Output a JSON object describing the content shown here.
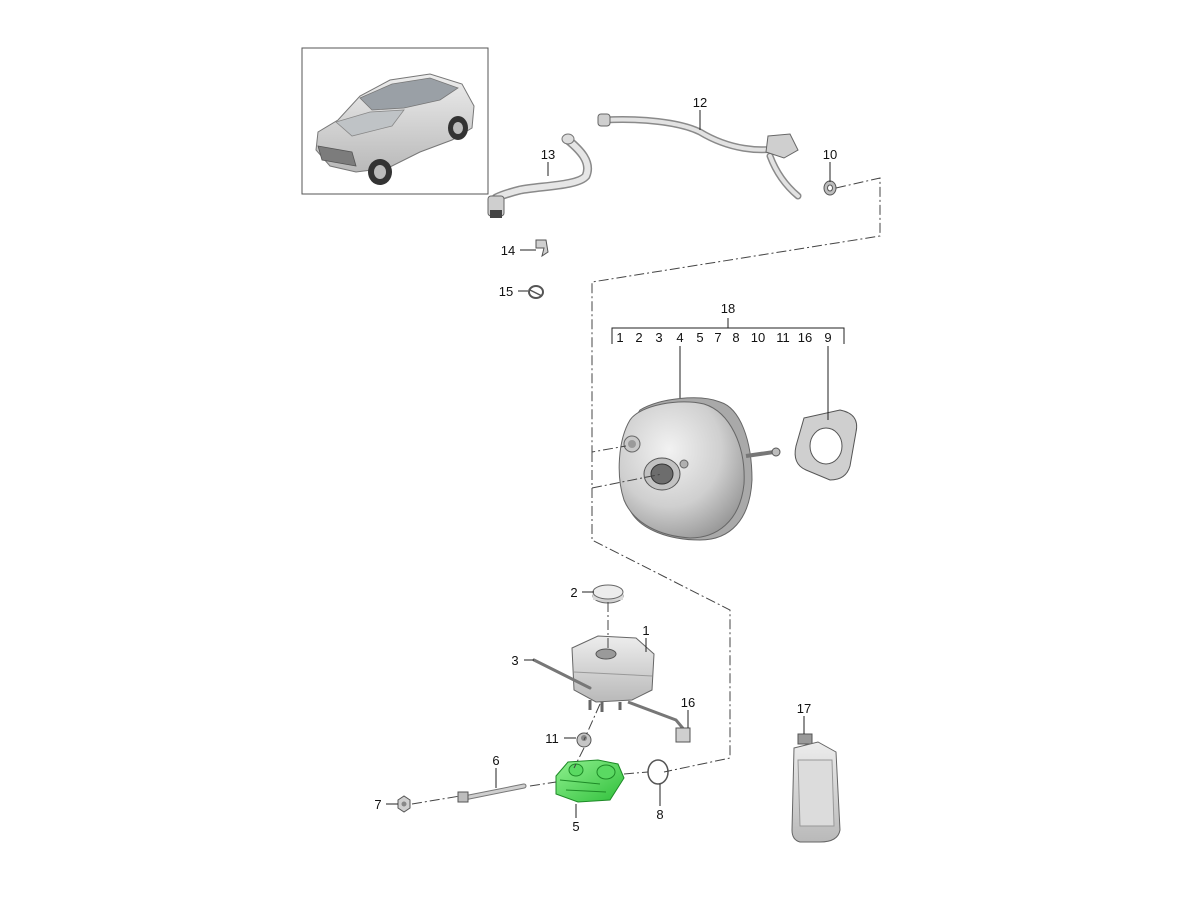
{
  "diagram": {
    "callouts": {
      "c1": "1",
      "c2": "2",
      "c3": "3",
      "c5": "5",
      "c6": "6",
      "c7": "7",
      "c8": "8",
      "c10": "10",
      "c11": "11",
      "c12": "12",
      "c13": "13",
      "c14": "14",
      "c15": "15",
      "c16": "16",
      "c17": "17",
      "c18": "18"
    },
    "kit_bracket": {
      "items": [
        "1",
        "2",
        "3",
        "4",
        "5",
        "7",
        "8",
        "10",
        "11",
        "16",
        "9"
      ]
    },
    "colors": {
      "highlight": "#3ed84a",
      "part_fill": "#d6d6d6",
      "part_stroke": "#6e6e6e"
    }
  }
}
